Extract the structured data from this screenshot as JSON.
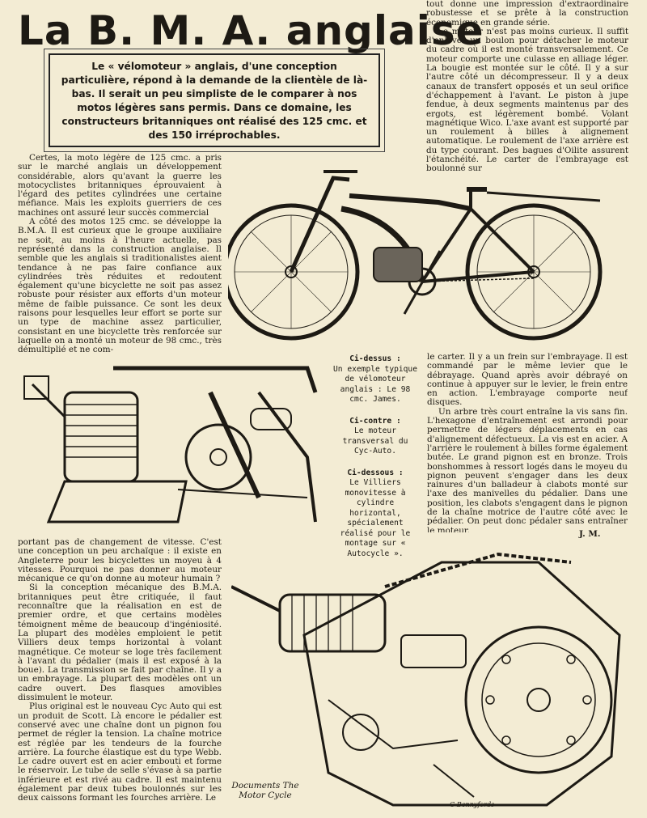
{
  "title": "La B. M. A. anglaise",
  "intro": "Le « vélomoteur » anglais, d'une conception particulière, répond à la demande de la clientèle de là-bas. Il serait un peu simpliste de le comparer à nos motos légères sans permis. Dans ce domaine, les constructeurs britanniques ont réalisé des 125 cmc. et des 150 irréprochables.",
  "columns": {
    "left_top": [
      "Certes, la moto légère de 125 cmc. a pris sur le marché anglais un développement considérable, alors qu'avant la guerre les motocyclistes britanniques éprouvaient à l'égard des petites cylindrées une certaine méfiance. Mais les exploits guerriers de ces machines ont assuré leur succès commercial",
      "A côté des motos 125 cmc. se développe la B.M.A. Il est curieux que le groupe auxiliaire ne soit, au moins à l'heure actuelle, pas représenté dans la construction anglaise. Il semble que les anglais si traditionalistes aient tendance à ne pas faire confiance aux cylindrées très réduites et redoutent également qu'une bicyclette ne soit pas assez robuste pour résister aux efforts d'un moteur même de faible puissance. Ce sont les deux raisons pour lesquelles leur effort se porte sur un type de machine assez particulier, consistant en une bicyclette très renforcée sur laquelle on a monté un moteur de 98 cmc., très démultiplié et ne com-"
    ],
    "right_top": [
      "tout donne une impression d'extraordinaire robustesse et se prête à la construction économique en grande série.",
      "Le moteur n'est pas moins curieux. Il suffit d'enlever un boulon pour détacher le moteur du cadre où il est monté transversalement. Ce moteur comporte une culasse en alliage léger. La bougie est montée sur le côté. Il y a sur l'autre côté un décompresseur. Il y a deux canaux de transfert opposés et un seul orifice d'échappement à l'avant. Le piston à jupe fendue, à deux segments maintenus par des ergots, est légèrement bombé. Volant magnétique Wico. L'axe avant est supporté par un roulement à billes à alignement automatique. Le roulement de l'axe arrière est du type courant. Des bagues d'Oilite assurent l'étanchéité. Le carter de l'embrayage est boulonné sur"
    ],
    "mid": [
      "le carter. Il y a un frein sur l'embrayage. Il est commandé par le même levier que le débrayage. Quand après avoir débrayé on continue à appuyer sur le levier, le frein entre en action. L'embrayage comporte neuf disques.",
      "Un arbre très court entraîne la vis sans fin. L'hexagone d'entraînement est arrondi pour permettre de légers déplacements en cas d'alignement défectueux. La vis est en acier. A l'arrière le roulement à billes forme également butée. Le grand pignon est en bronze. Trois bonshommes à ressort logés dans le moyeu du pignon peuvent s'engager dans les deux rainures d'un balladeur à clabots monté sur l'axe des manivelles du pédalier. Dans une position, les clabots s'engagent dans le pignon de la chaîne motrice de l'autre côté avec le pédalier. On peut donc pédaler sans entraîner le moteur."
    ],
    "left_bottom": [
      "portant pas de changement de vitesse. C'est une conception un peu archaïque : il existe en Angleterre pour les bicyclettes un moyeu à 4 vitesses. Pourquoi ne pas donner au moteur mécanique ce qu'on donne au moteur humain ?",
      "Si la conception mécanique des B.M.A. britanniques peut être critiquée, il faut reconnaître que la réalisation en est de premier ordre, et que certains modèles témoignent même de beaucoup d'ingéniosité. La plupart des modèles emploient le petit Villiers deux temps horizontal à volant magnétique. Ce moteur se loge très facilement à l'avant du pédalier (mais il est exposé à la boue). La transmission se fait par chaîne. Il y a un embrayage. La plupart des modèles ont un cadre ouvert. Des flasques amovibles dissimulent le moteur.",
      "Plus original est le nouveau Cyc Auto qui est un produit de Scott. Là encore le pédalier est conservé avec une chaîne dont un pignon fou permet de régler la tension. La chaîne motrice est réglée par les tendeurs de la fourche arrière. La fourche élastique est du type Webb. Le cadre ouvert est en acier embouti et forme le réservoir. Le tube de selle s'évase à sa partie inférieure et est rivé au cadre. Il est maintenu également par deux tubes boulonnés sur les deux caissons formant les fourches arrière. Le"
    ]
  },
  "signature": "J. M.",
  "captions": [
    {
      "head": "Ci-dessus :",
      "body": "Un exemple typique de vélomoteur anglais : Le 98 cmc. James."
    },
    {
      "head": "Ci-contre :",
      "body": "Le moteur transversal du Cyc-Auto."
    },
    {
      "head": "Ci-dessous :",
      "body": "Le Villiers monovitesse à cylindre horizontal, spécialement réalisé pour le montage sur « Autocycle »."
    }
  ],
  "credits": "Documents The Motor Cycle",
  "colors": {
    "paper": "#f3ecd4",
    "ink": "#1d1a14"
  }
}
